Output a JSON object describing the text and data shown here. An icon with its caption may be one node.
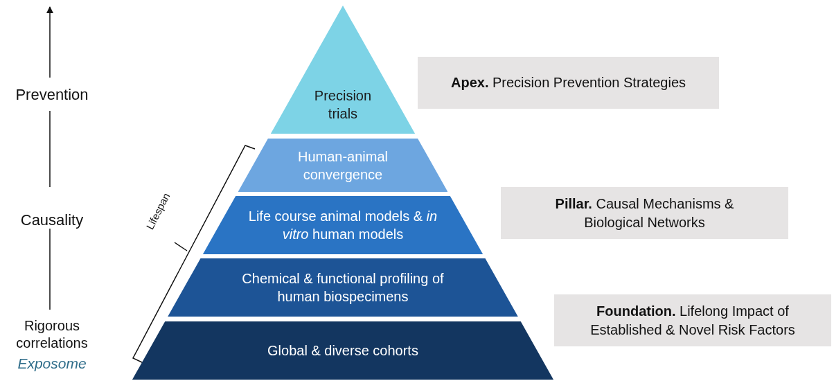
{
  "diagram": {
    "nodes": [
      {
        "text": [
          "Precision trials"
        ]
      },
      {
        "text": [
          "Human-animal convergence"
        ]
      },
      {
        "text": [
          "Life course animal models & *in vitro* human models"
        ]
      },
      {
        "text": [
          "Chemical & functional profiling of human biospecimens"
        ]
      },
      {
        "text": [
          "Global & diverse cohorts"
        ]
      },
      {
        "text": [
          "**Apex.** Precision Prevention Strategies"
        ]
      },
      {
        "text": [
          "**Pillar.** Causal Mechanisms & Biological Networks"
        ]
      },
      {
        "text": [
          "**Foundation.** Lifelong Impact of Established & Novel Risk Factors"
        ]
      }
    ],
    "labels": [
      "Prevention",
      "Causality",
      "Rigorous correlations",
      "Exposome",
      "Lifespan"
    ]
  }
}
